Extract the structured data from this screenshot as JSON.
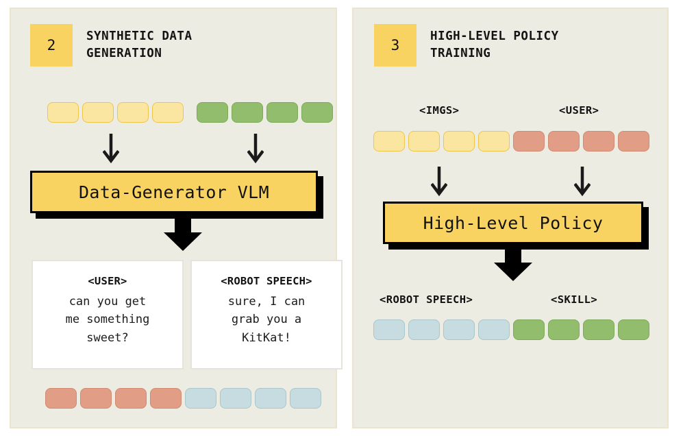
{
  "figure": {
    "background": "#ffffff",
    "panel_background": "#ecece3",
    "accent_yellow": "#f9d361",
    "token_colors": {
      "yellow": "#fae6a1",
      "green": "#92bd6c",
      "red": "#e19d86",
      "blue": "#c7dce0"
    }
  },
  "panels": [
    {
      "step_number": "2",
      "title": "SYNTHETIC DATA\nGENERATION",
      "input_row": {
        "groups": [
          {
            "color": "yellow",
            "count": 4
          },
          {
            "color": "green",
            "count": 4
          }
        ]
      },
      "model": {
        "label": "Data-Generator VLM"
      },
      "cards": [
        {
          "tag": "<USER>",
          "text": "can you get\nme something\nsweet?"
        },
        {
          "tag": "<ROBOT SPEECH>",
          "text": "sure, I can\ngrab you a\nKitKat!"
        }
      ],
      "output_row": {
        "groups": [
          {
            "color": "red",
            "count": 4
          },
          {
            "color": "blue",
            "count": 4
          }
        ]
      }
    },
    {
      "step_number": "3",
      "title": "HIGH-LEVEL POLICY\nTRAINING",
      "input_labels": [
        "<IMGS>",
        "<USER>"
      ],
      "input_row": {
        "groups": [
          {
            "color": "yellow",
            "count": 4
          },
          {
            "color": "red",
            "count": 4
          }
        ]
      },
      "model": {
        "label": "High-Level Policy"
      },
      "output_labels": [
        "<ROBOT SPEECH>",
        "<SKILL>"
      ],
      "output_row": {
        "groups": [
          {
            "color": "blue",
            "count": 4
          },
          {
            "color": "green",
            "count": 4
          }
        ]
      }
    }
  ]
}
